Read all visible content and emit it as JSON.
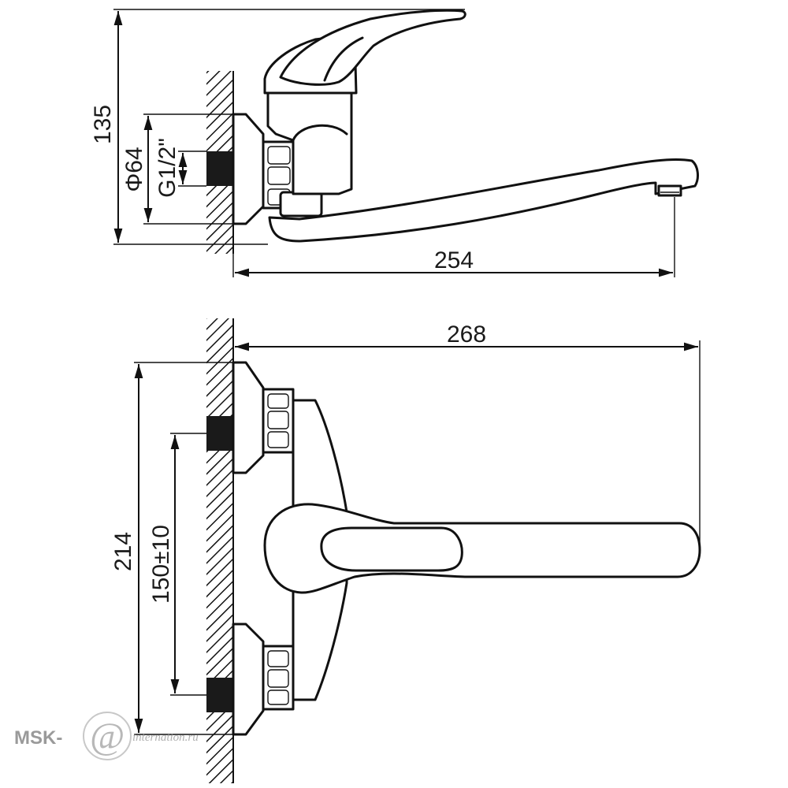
{
  "side_view": {
    "dim_height": "135",
    "dim_flange_diameter": "Φ64",
    "dim_thread": "G1/2\"",
    "dim_spout_reach": "254"
  },
  "front_view": {
    "dim_overall_width": "268",
    "dim_overall_height": "214",
    "dim_center_distance": "150±10"
  },
  "watermark": {
    "brand": "MSK-",
    "at_symbol": "@",
    "suffix": "internation.ru"
  },
  "colors": {
    "line": "#111111",
    "watermark": "#9a9a9a"
  }
}
